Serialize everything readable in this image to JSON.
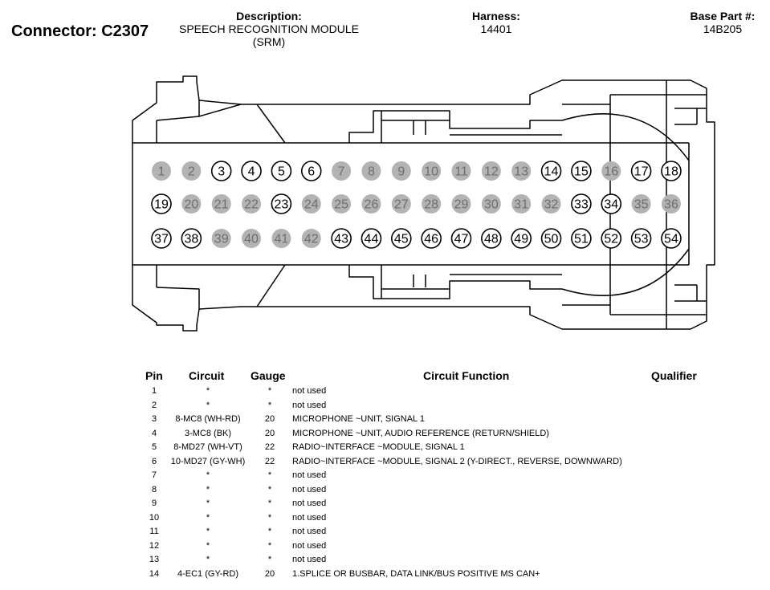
{
  "header": {
    "connector_title": "Connector: C2307",
    "description_label": "Description:",
    "description_line1": "SPEECH RECOGNITION MODULE",
    "description_line2": "(SRM)",
    "harness_label": "Harness:",
    "harness_value": "14401",
    "base_part_label": "Base Part #:",
    "base_part_value": "14B205"
  },
  "pins": {
    "rows": [
      [
        1,
        2,
        3,
        4,
        5,
        6,
        7,
        8,
        9,
        10,
        11,
        12,
        13,
        14,
        15,
        16,
        17,
        18
      ],
      [
        19,
        20,
        21,
        22,
        23,
        24,
        25,
        26,
        27,
        28,
        29,
        30,
        31,
        32,
        33,
        34,
        35,
        36
      ],
      [
        37,
        38,
        39,
        40,
        41,
        42,
        43,
        44,
        45,
        46,
        47,
        48,
        49,
        50,
        51,
        52,
        53,
        54
      ]
    ],
    "used": [
      3,
      4,
      5,
      6,
      14,
      15,
      17,
      18,
      19,
      23,
      33,
      34,
      37,
      38,
      43,
      44,
      45,
      46,
      47,
      48,
      49,
      50,
      51,
      52,
      53,
      54
    ],
    "used_fill": "#ffffff",
    "unused_fill": "#b3b3b3"
  },
  "table": {
    "headers": {
      "pin": "Pin",
      "circuit": "Circuit",
      "gauge": "Gauge",
      "function": "Circuit Function",
      "qualifier": "Qualifier"
    },
    "rows": [
      {
        "pin": "1",
        "circuit": "*",
        "gauge": "*",
        "function": "not used"
      },
      {
        "pin": "2",
        "circuit": "*",
        "gauge": "*",
        "function": "not used"
      },
      {
        "pin": "3",
        "circuit": "8-MC8 (WH-RD)",
        "gauge": "20",
        "function": "MICROPHONE ~UNIT, SIGNAL 1"
      },
      {
        "pin": "4",
        "circuit": "3-MC8 (BK)",
        "gauge": "20",
        "function": "MICROPHONE ~UNIT, AUDIO REFERENCE (RETURN/SHIELD)"
      },
      {
        "pin": "5",
        "circuit": "8-MD27 (WH-VT)",
        "gauge": "22",
        "function": "RADIO~INTERFACE ~MODULE, SIGNAL 1"
      },
      {
        "pin": "6",
        "circuit": "10-MD27 (GY-WH)",
        "gauge": "22",
        "function": "RADIO~INTERFACE ~MODULE, SIGNAL 2 (Y-DIRECT., REVERSE, DOWNWARD)"
      },
      {
        "pin": "7",
        "circuit": "*",
        "gauge": "*",
        "function": "not used"
      },
      {
        "pin": "8",
        "circuit": "*",
        "gauge": "*",
        "function": "not used"
      },
      {
        "pin": "9",
        "circuit": "*",
        "gauge": "*",
        "function": "not used"
      },
      {
        "pin": "10",
        "circuit": "*",
        "gauge": "*",
        "function": "not used"
      },
      {
        "pin": "11",
        "circuit": "*",
        "gauge": "*",
        "function": "not used"
      },
      {
        "pin": "12",
        "circuit": "*",
        "gauge": "*",
        "function": "not used"
      },
      {
        "pin": "13",
        "circuit": "*",
        "gauge": "*",
        "function": "not used"
      },
      {
        "pin": "14",
        "circuit": "4-EC1 (GY-RD)",
        "gauge": "20",
        "function": "1.SPLICE OR BUSBAR, DATA LINK/BUS POSITIVE MS CAN+"
      }
    ]
  }
}
